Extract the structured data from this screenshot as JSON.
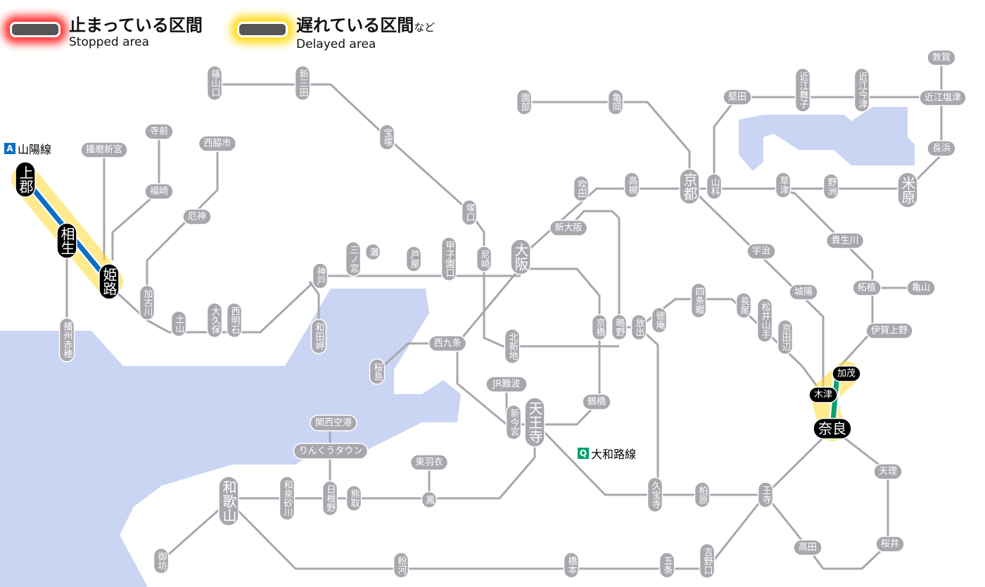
{
  "legend": {
    "stopped": {
      "jp": "止まっている区間",
      "en": "Stopped area",
      "color": "#ff3333"
    },
    "delayed": {
      "jp": "遅れている区間",
      "jp_suffix": "など",
      "en": "Delayed area",
      "color": "#ffdd22"
    }
  },
  "line_labels": [
    {
      "badge": "A",
      "name": "山陽線",
      "color": "#0070c0"
    },
    {
      "badge": "Q",
      "name": "大和路線",
      "color": "#00a06a"
    }
  ],
  "stations": [
    "篠山口",
    "新三田",
    "宝塚",
    "塚口",
    "尼崎",
    "甲子園口",
    "芦屋",
    "灘",
    "三ノ宮",
    "神戸",
    "和田岬",
    "西明石",
    "大久保",
    "土山",
    "加古川",
    "厄神",
    "西脇市",
    "寺前",
    "福崎",
    "播磨新宮",
    "播州赤穂",
    "上郡",
    "相生",
    "姫路",
    "大阪",
    "新大阪",
    "吹田",
    "高槻",
    "京都",
    "山科",
    "亀岡",
    "園部",
    "堅田",
    "近江舞子",
    "近江今津",
    "敦賀",
    "近江塩津",
    "長浜",
    "米原",
    "野洲",
    "草津",
    "宇治",
    "貴生川",
    "城陽",
    "柘植",
    "亀山",
    "伊賀上野",
    "四条畷",
    "徳庵",
    "放出",
    "鴫野",
    "京橋",
    "長尾",
    "松井山手",
    "京田辺",
    "北新地",
    "西九条",
    "桜島",
    "JR難波",
    "新今宮",
    "天王寺",
    "鶴橋",
    "関西空港",
    "りんくうタウン",
    "東羽衣",
    "鳳",
    "日根野",
    "熊取",
    "和泉砂川",
    "和歌山",
    "御坊",
    "粉河",
    "橋本",
    "五条",
    "吉野口",
    "高田",
    "桜井",
    "天理",
    "王寺",
    "柏原",
    "久宝寺",
    "加茂",
    "木津",
    "奈良"
  ],
  "affected_stations": [
    "上郡",
    "相生",
    "姫路",
    "加茂",
    "木津",
    "奈良"
  ],
  "colors": {
    "line": "#aaa6ae",
    "water": "#c9d5f2",
    "sanyo": "#0a6fc2",
    "yamatoji": "#0aa070",
    "glow": "#ffd930"
  }
}
